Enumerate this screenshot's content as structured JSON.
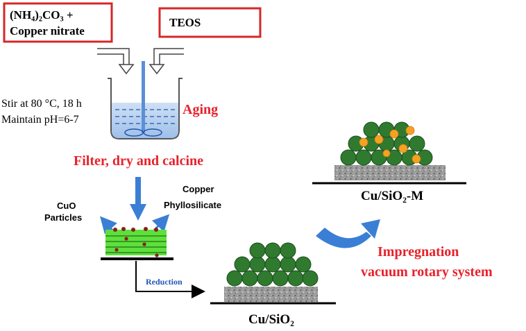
{
  "reagent_box": {
    "line1": "(NH₄)₂CO₃ +",
    "line2": "Copper nitrate"
  },
  "teos_box": {
    "label": "TEOS"
  },
  "conditions": {
    "line1": "Stir at 80 °C, 18 h",
    "line2": "Maintain pH=6-7"
  },
  "aging_label": "Aging",
  "filter_label": "Filter, dry and calcine",
  "cuo_label": {
    "line1": "CuO",
    "line2": "Particles"
  },
  "phyllo_label": {
    "line1": "Copper",
    "line2": "Phyllosilicate"
  },
  "reduction_label": "Reduction",
  "cu_sio2_label": "Cu/SiO₂",
  "cu_sio2_m_label": "Cu/SiO₂-M",
  "impregnation_label": {
    "line1": "Impregnation",
    "line2": "vacuum rotary system"
  },
  "colors": {
    "box_border": "#d62728",
    "red_text": "#e8212b",
    "blue_arrow": "#3a7fd5",
    "green_particle": "#2f7a2f",
    "orange_particle": "#f5a123",
    "phyllo_green": "#5ee03a",
    "cuo_dot": "#8b1c1c",
    "support_gray": "#8c8c8c"
  }
}
